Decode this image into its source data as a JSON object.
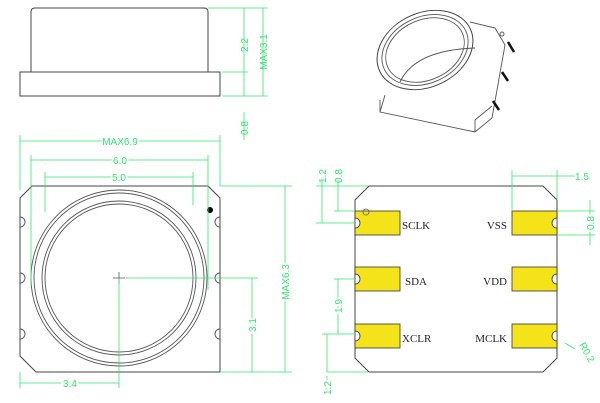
{
  "side_view": {
    "dim_cap": "2.2",
    "dim_total": "MAX3.1",
    "dim_base": "0.8"
  },
  "top_view": {
    "dim_width_max": "MAX6.9",
    "dim_width_body": "6.0",
    "dim_width_inner": "5.0",
    "dim_height_max": "MAX6.3",
    "dim_center_y": "3.1",
    "dim_center_x": "3.4"
  },
  "bottom_view": {
    "pins_left": [
      "SCLK",
      "SDA",
      "XCLR"
    ],
    "pins_right": [
      "VSS",
      "VDD",
      "MCLK"
    ],
    "dim_top_edge": "1.2",
    "dim_pad_top": "0.8",
    "dim_pad_width": "1.5",
    "dim_pad_height": "0.8",
    "dim_pitch": "1.9",
    "dim_bottom_edge": "1.2",
    "dim_radius": "R0.2"
  },
  "colors": {
    "dimension": "#2ee86a",
    "pad": "#f5e31a"
  }
}
